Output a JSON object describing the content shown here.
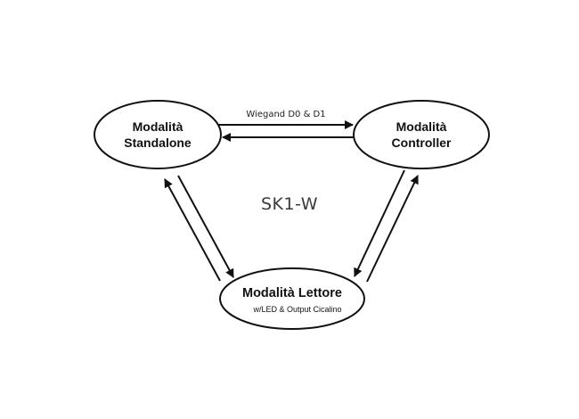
{
  "diagram": {
    "center_label": "SK1-W",
    "nodes": {
      "standalone": {
        "line1": "Modalità",
        "line2": "Standalone"
      },
      "controller": {
        "line1": "Modalità",
        "line2": "Controller"
      },
      "reader": {
        "title": "Modalità Lettore",
        "subtitle": "w/LED & Output Cicalino"
      }
    },
    "edges": {
      "standalone_to_controller": {
        "label": "Wiegand D0 & D1"
      }
    }
  },
  "colors": {
    "stroke": "#111111",
    "background": "#ffffff",
    "center_text": "#3a3a3a"
  }
}
